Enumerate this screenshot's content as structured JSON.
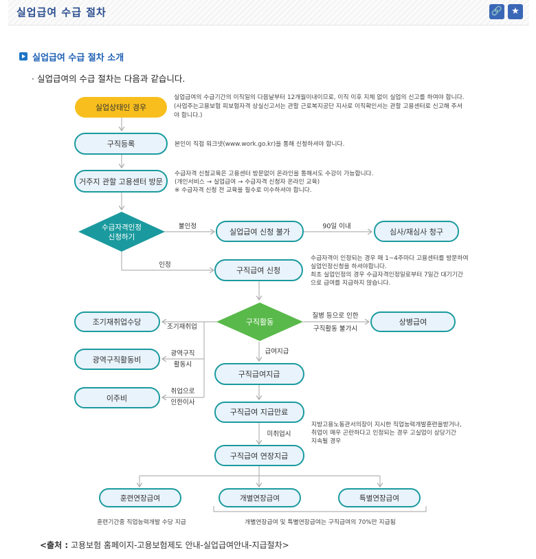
{
  "header": {
    "title": "실업급여 수급 절차"
  },
  "section": {
    "title": "실업급여 수급 절차 소개",
    "intro": "실업급여의 수급 절차는 다음과 같습니다."
  },
  "flow": {
    "nodes": {
      "start": "실업상태인 경우",
      "job_register": "구직등록",
      "visit_center": "거주지 관할 고용센터 방문",
      "apply_decision_1": "수급자격인정",
      "apply_decision_2": "신청하기",
      "no_benefit": "실업급여 신청 불가",
      "review": "심사/재심사 청구",
      "job_apply": "구직급여 신청",
      "job_activity": "구직활동",
      "sick_benefit": "상병급여",
      "early_reemploy": "조기재취업수당",
      "wide_area": "광역구직활동비",
      "relocation": "이주비",
      "pay": "구직급여지급",
      "pay_end": "구직급여 지급만료",
      "extension": "구직급여 연장지급",
      "training_ext": "훈련연장급여",
      "individual_ext": "개별연장급여",
      "special_ext": "특별연장급여"
    },
    "labels": {
      "not_approved": "불인정",
      "within_90": "90일 이내",
      "approved": "인정",
      "sick_1": "질병 등으로 인한",
      "sick_2": "구직활동 불가시",
      "early": "조기재취업",
      "wide_1": "광역구직",
      "wide_2": "활동시",
      "reloc_1": "취업으로",
      "reloc_2": "인한이사",
      "paid": "급여지급",
      "unemployed": "미취업시"
    },
    "notes": {
      "start": [
        "실업급여의 수급기간의 이직일의 다음날부터 12개월이내이므로, 이직 이후 지체 없이 실업의 신고를 하여야 합니다.",
        "(사업주는고용보험 피보험자격 상실신고서는 관할 근로복지공단 지사로 이직확인서는 관할 고용센터로 신고해 주셔",
        "야 합니다.)"
      ],
      "register": [
        "본인이 직접 워크넷(www.work.go.kr)을 통해 신청하셔야 합니다."
      ],
      "visit": [
        "수급자격 신청교육은 고용센터 방문없이 온라인을 통해서도 수강이 가능합니다.",
        "(개인서비스 → 실업급여 → 수급자격 신청자 온라인 교육)",
        "※ 수급자격 신청 전 교육을 필수로 이수하셔야 합니다."
      ],
      "apply": [
        "수급자격이 인정되는 경우 매 1~4주마다 고용센터를 방문하여",
        "실업인정신청을 하셔야합니다.",
        "최초 실업인정의 경우 수급자격인정일로부터 7일간 대기기간",
        "으로 급여를 지급하지 않습니다."
      ],
      "extension": [
        "지방고용노동관서의장이 지시한 직업능력개발훈련을받거나,",
        "취업이 매우 곤란하다고 인정되는 경우 고실업이 상당기간",
        "지속될 경우"
      ],
      "training": "훈련기간중 직업능력개발 수당 지급",
      "individual": "개별연장급여 및 특별연장급여는 구직급여의 70%만 지급됨"
    }
  },
  "source": {
    "label": "<출처 :",
    "text": "고용보험 홈페이지-고용보험제도 안내-실업급여안내-지급절차>"
  },
  "colors": {
    "teal": "#1a9a9e",
    "yellow": "#f7be1d",
    "light_blue": "#e9f3fb",
    "header_text": "#2a4d8f"
  }
}
